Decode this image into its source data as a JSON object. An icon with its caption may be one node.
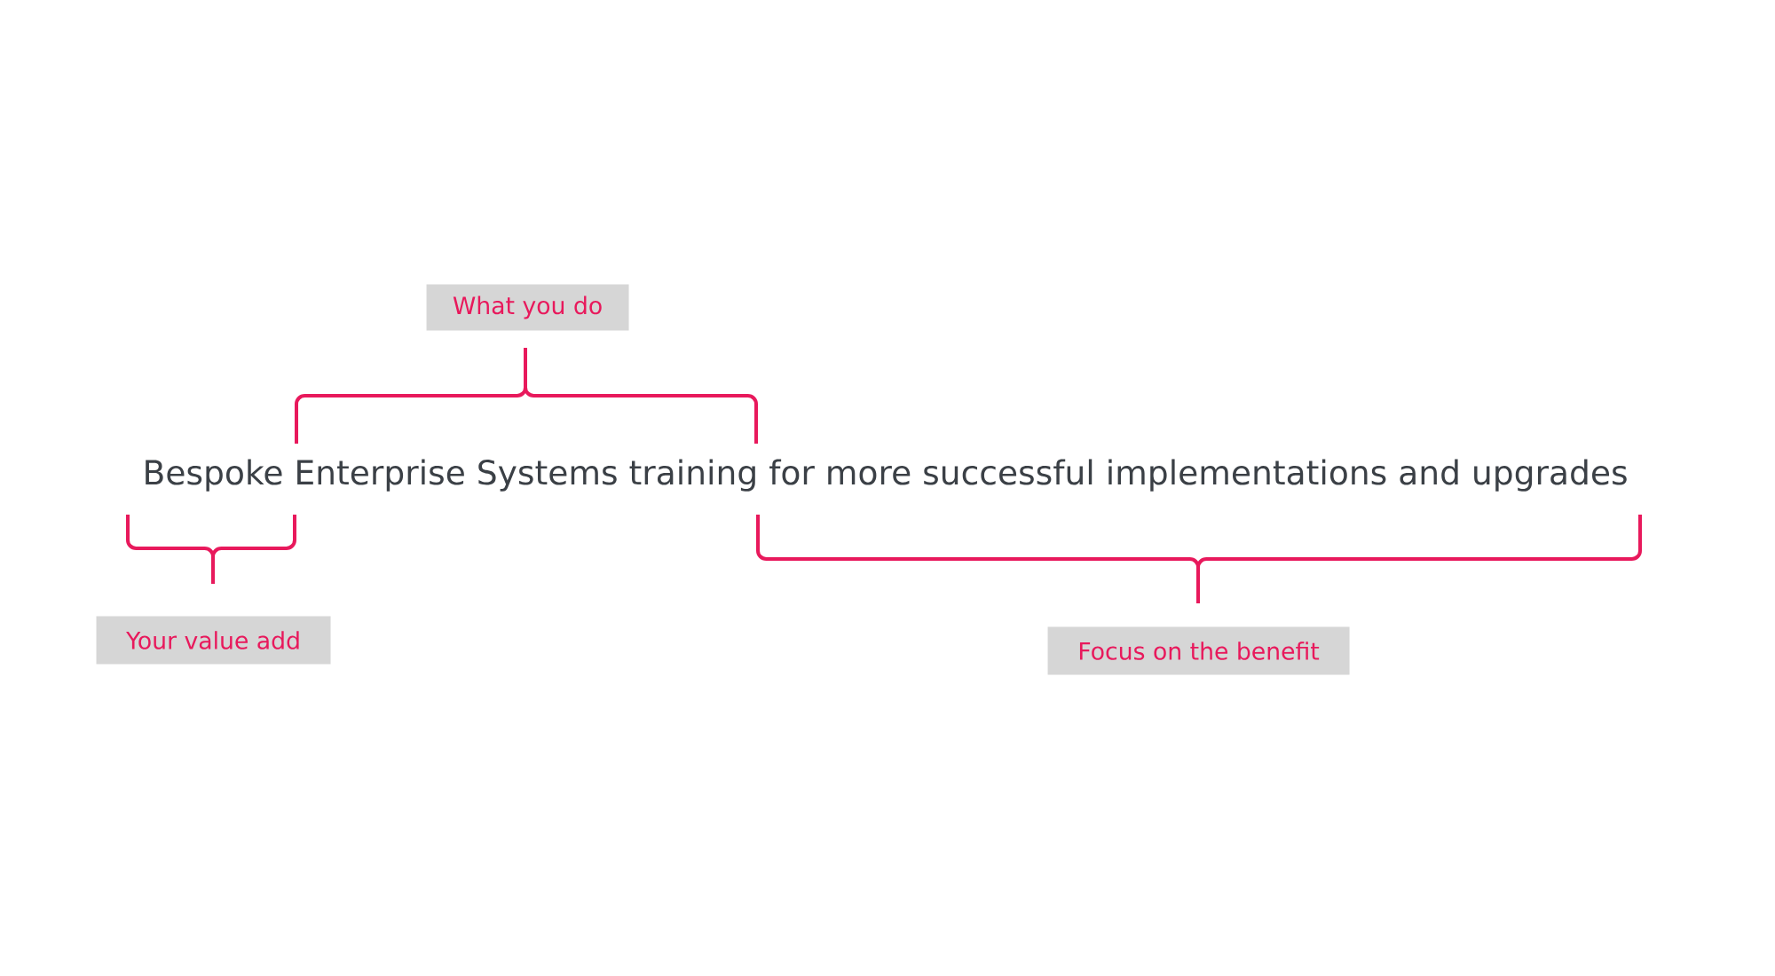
{
  "diagram": {
    "nodes": [
      {
        "text": [
          "What you do"
        ]
      },
      {
        "text": [
          "Your value add"
        ]
      },
      {
        "text": [
          "Focus on the benefit"
        ]
      }
    ],
    "labels": [
      "Bespoke Enterprise Systems training for more successful implementations and upgrades"
    ]
  }
}
